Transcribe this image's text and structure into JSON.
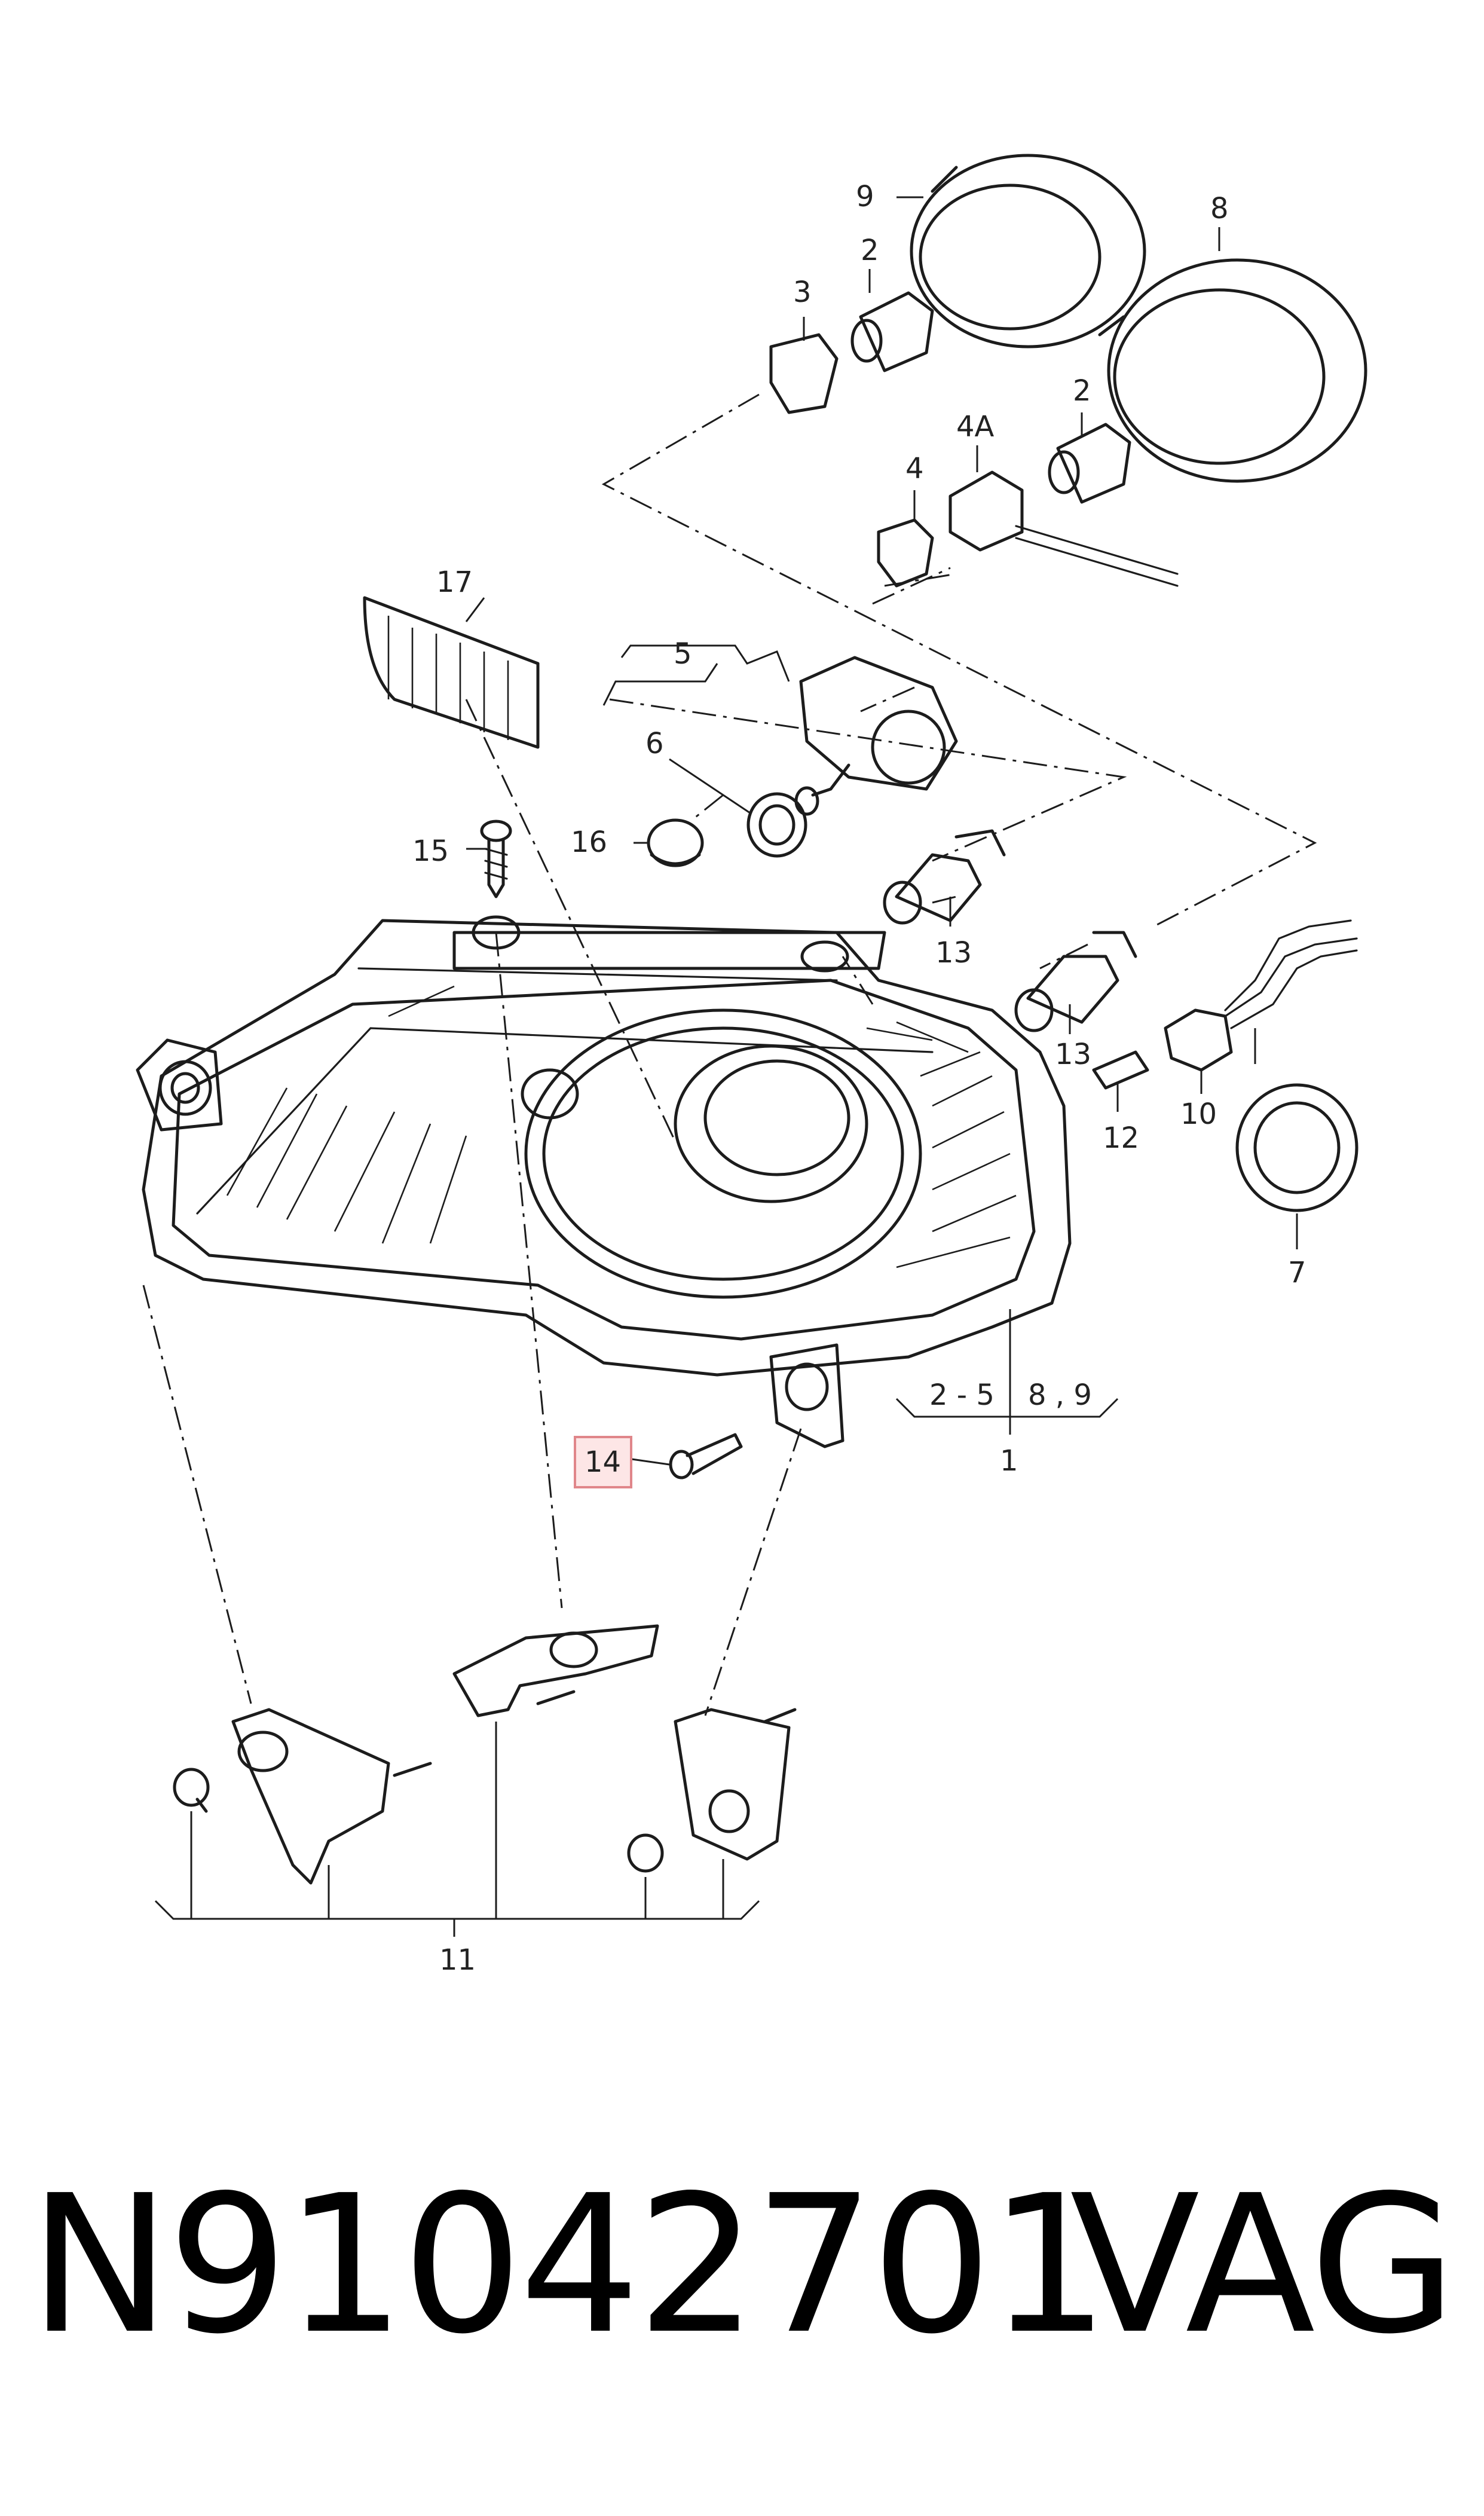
{
  "callouts": {
    "c1": "1",
    "c2a": "2",
    "c2b": "2",
    "c3": "3",
    "c4": "4",
    "c4A": "4A",
    "c5": "5",
    "c6": "6",
    "c7": "7",
    "c8": "8",
    "c9": "9",
    "c10": "10",
    "c11": "11",
    "c12": "12",
    "c13a": "13",
    "c13b": "13",
    "c14": "14",
    "c15": "15",
    "c16": "16",
    "c17": "17",
    "range_a": "2 - 5",
    "range_b": "8 , 9"
  },
  "highlight": {
    "part": "14",
    "color": "#e0868a",
    "fill": "#fde6e6"
  },
  "footer": {
    "part_number": "N91042701",
    "brand": "VAG"
  }
}
